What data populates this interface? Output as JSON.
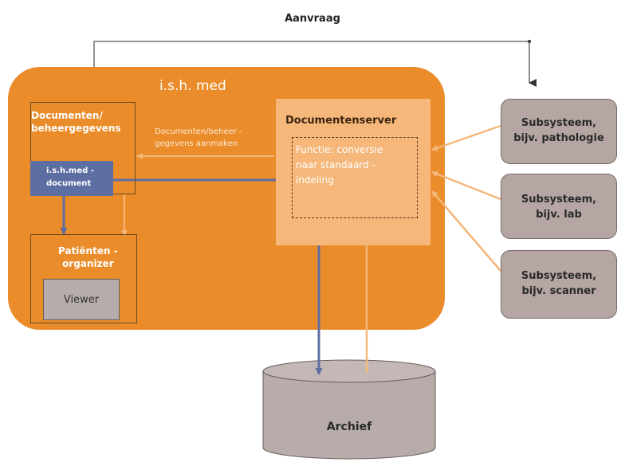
{
  "title": "Aanvraag",
  "main_system": "i.s.h. med",
  "documents_box": {
    "line1": "Documenten/",
    "line2": "beheergegevens"
  },
  "ishmed_document": {
    "line1": "i.s.h.med   -",
    "line2": "document"
  },
  "arrow_label": {
    "line1": "Documenten/beheer      -",
    "line2": "gegevens aanmaken"
  },
  "patient_organizer": {
    "line1": "Patiënten   -",
    "line2": "organizer"
  },
  "viewer": "Viewer",
  "document_server": "Documentenserver",
  "function_box": {
    "line1": "Functie:   conversie",
    "line2": "naar standaard    -",
    "line3": "indeling"
  },
  "subsystems": [
    {
      "line1": "Subsysteem,",
      "line2": "bijv.  pathologie"
    },
    {
      "line1": "Subsysteem,",
      "line2": "bijv.  lab"
    },
    {
      "line1": "Subsysteem,",
      "line2": "bijv.  scanner"
    }
  ],
  "archive": "Archief",
  "colors": {
    "orange": "#ea8c2a",
    "light_orange": "#f5b77a",
    "blue": "#5d6ea3",
    "gray": "#b5a6a4"
  }
}
